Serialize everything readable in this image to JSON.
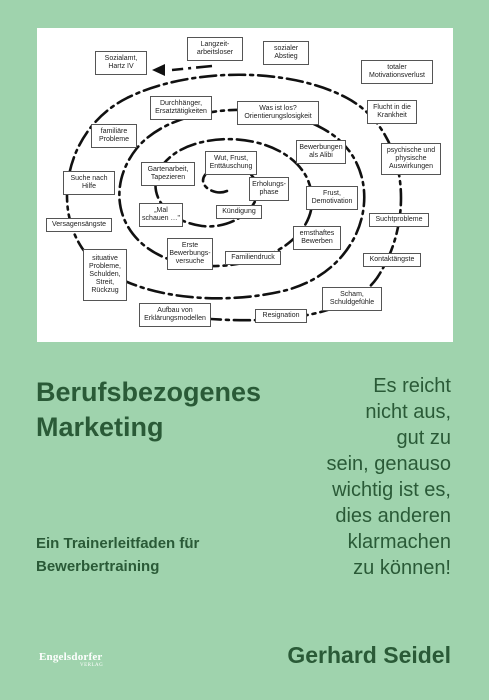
{
  "cover": {
    "title": "Berufsbezogenes Marketing",
    "subtitle": "Ein Trainerleitfaden für Bewerbertraining",
    "quote": "Es reicht\nnicht aus,\ngut zu\nsein, genauso\nwichtig ist es,\ndies anderen\nklarmachen\nzu können!",
    "author": "Gerhard Seidel",
    "publisher": "Engelsdorfer",
    "publisher_sub": "VERLAG"
  },
  "diagram": {
    "boxes": {
      "sozialamt": "Sozialamt,\nHartz IV",
      "langzeit": "Langzeit-\narbeitsloser",
      "sozialer_abstieg": "sozialer\nAbstieg",
      "motivationsverlust": "totaler\nMotivationsverlust",
      "durchhaenger": "Durchhänger,\nErsatztätigkeiten",
      "was_ist_los": "Was ist los?\nOrientierungslosigkeit",
      "flucht": "Flucht in die\nKrankheit",
      "familiaere": "familiäre\nProbleme",
      "gartenarbeit": "Gartenarbeit,\nTapezieren",
      "wut": "Wut, Frust,\nEnttäuschung",
      "bewerbungen_alibi": "Bewerbungen\nals Alibi",
      "psychische": "psychische und\nphysische\nAuswirkungen",
      "suche_hilfe": "Suche nach\nHilfe",
      "erholung": "Erholungs-\nphase",
      "frust": "Frust,\nDemotivation",
      "mal_schauen": "„Mal\nschauen …\"",
      "kuendigung": "Kündigung",
      "versagensaengste": "Versagensängste",
      "suchtprobleme": "Suchtprobleme",
      "erste_bewerbung": "Erste\nBewerbungs-\nversuche",
      "familiendruck": "Familiendruck",
      "ernsthaftes": "ernsthaftes\nBewerben",
      "kontaktaengste": "Kontaktängste",
      "situative": "situative\nProbleme,\nSchulden,\nStreit,\nRückzug",
      "scham": "Scham,\nSchuldgefühle",
      "aufbau": "Aufbau von\nErklärungsmodellen",
      "resignation": "Resignation"
    }
  }
}
